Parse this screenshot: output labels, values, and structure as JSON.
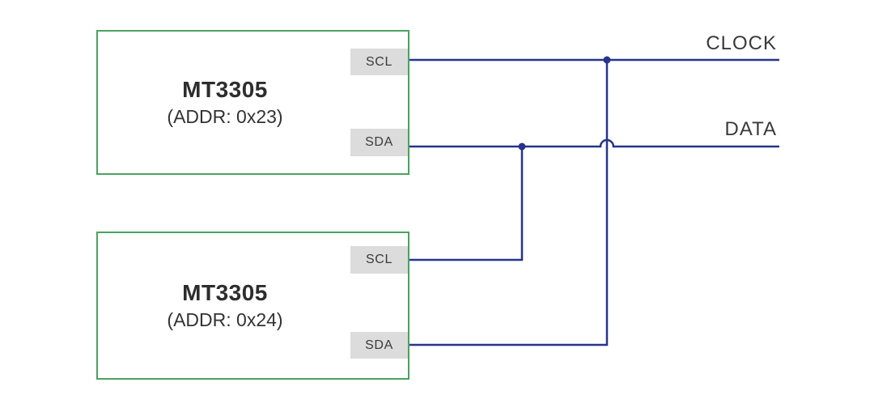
{
  "diagram": {
    "type": "circuit-wiring",
    "description": "Two MT3305 devices wired to a shared two-wire bus",
    "chips": [
      {
        "name": "MT3305",
        "address": "(ADDR: 0x23)",
        "pins": [
          {
            "label": "SCL"
          },
          {
            "label": "SDA"
          }
        ]
      },
      {
        "name": "MT3305",
        "address": "(ADDR: 0x24)",
        "pins": [
          {
            "label": "SCL"
          },
          {
            "label": "SDA"
          }
        ]
      }
    ],
    "nets": [
      {
        "label": "CLOCK"
      },
      {
        "label": "DATA"
      }
    ],
    "connections": [
      {
        "from": "MT3305 (ADDR: 0x23) pin SCL",
        "to": "CLOCK line"
      },
      {
        "from": "MT3305 (ADDR: 0x23) pin SDA",
        "to": "DATA line"
      },
      {
        "from": "MT3305 (ADDR: 0x24) pin SCL",
        "to": "DATA line",
        "via": "junction dot on DATA line"
      },
      {
        "from": "MT3305 (ADDR: 0x24) pin SDA",
        "to": "CLOCK line",
        "via": "junction dot on CLOCK line; DATA line hops over this vertical wire with an arc"
      }
    ],
    "colors": {
      "wire": "#26348c",
      "chip_border": "#4aa35f",
      "pin_fill": "#dcdcdc",
      "label_text": "#3a3a3a",
      "background": "#ffffff"
    }
  }
}
